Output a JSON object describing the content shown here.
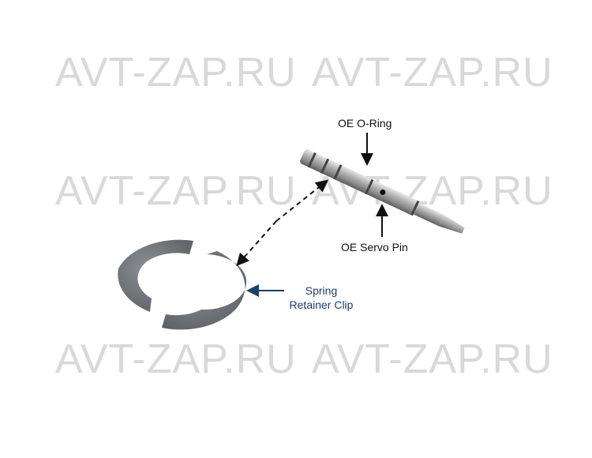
{
  "watermark": "AVT-ZAP.RU",
  "labels": {
    "o_ring": "OE O-Ring",
    "servo_pin": "OE Servo Pin",
    "clip_line1": "Spring",
    "clip_line2": "Retainer Clip"
  },
  "colors": {
    "clip_label": "#1b3f6e",
    "watermark": "#d9d9d9"
  }
}
